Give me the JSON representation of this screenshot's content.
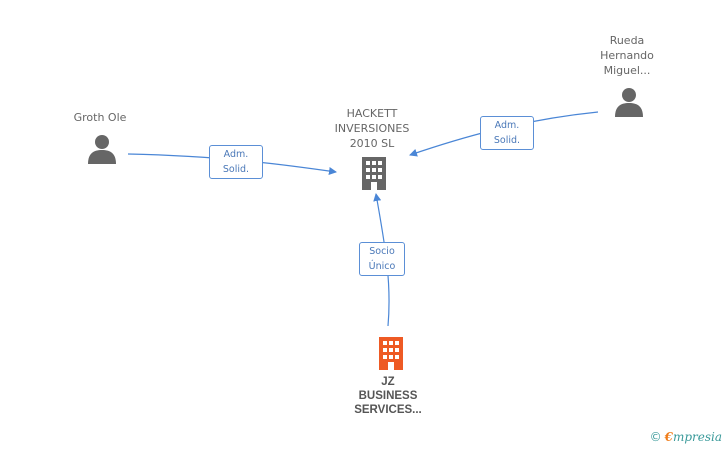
{
  "nodes": {
    "center": {
      "label_lines": [
        "HACKETT",
        "INVERSIONES",
        "2010 SL"
      ]
    },
    "groth": {
      "label": "Groth Ole"
    },
    "rueda": {
      "label_lines": [
        "Rueda",
        "Hernando",
        "Miguel..."
      ]
    },
    "jz": {
      "label_lines": [
        "JZ",
        "BUSINESS",
        "SERVICES..."
      ]
    }
  },
  "edges": {
    "groth_to_center": {
      "label_lines": [
        "Adm.",
        "Solid."
      ]
    },
    "rueda_to_center": {
      "label_lines": [
        "Adm.",
        "Solid."
      ]
    },
    "jz_to_center": {
      "label_lines": [
        "Socio",
        "Único"
      ]
    }
  },
  "colors": {
    "edge": "#4a86d6",
    "person_icon": "#666666",
    "company_icon": "#666666",
    "highlight_company_icon": "#ee5a24"
  },
  "footer": {
    "copyright": "©",
    "brand_first": "€",
    "brand_rest": "mpresia"
  }
}
